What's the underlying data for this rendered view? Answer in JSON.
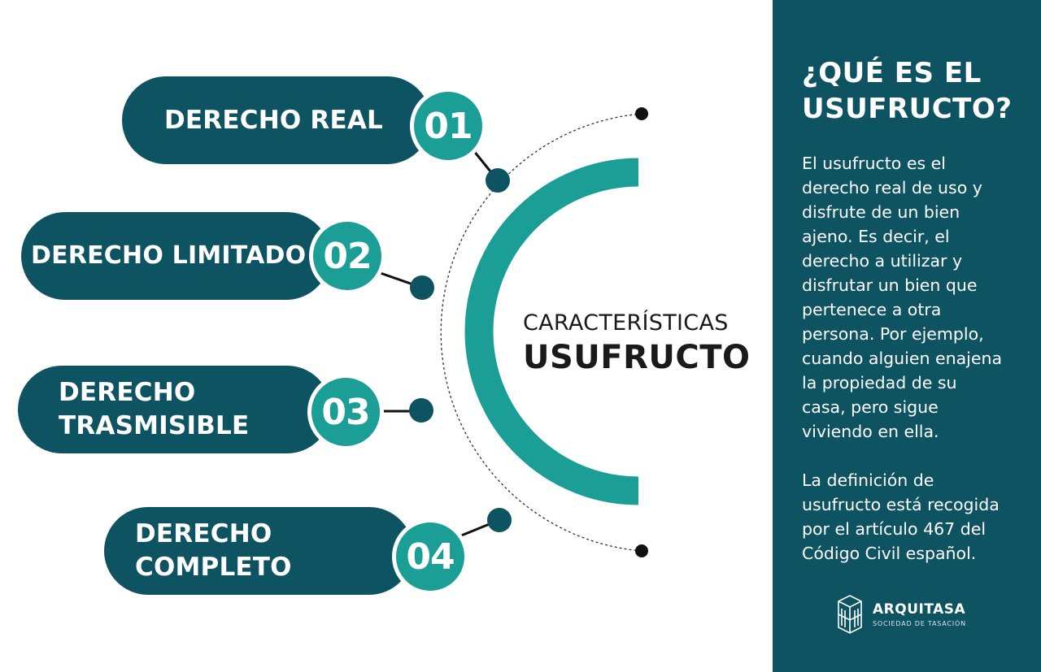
{
  "colors": {
    "dark_teal": "#0e5362",
    "accent_teal": "#1a9e96",
    "text_dark": "#1a1a1a",
    "background": "#ffffff"
  },
  "center": {
    "line1": "CARACTERÍSTICAS",
    "line2": "USUFRUCTO"
  },
  "items": [
    {
      "number": "01",
      "lines": [
        "DERECHO REAL"
      ]
    },
    {
      "number": "02",
      "lines": [
        "DERECHO LIMITADO"
      ]
    },
    {
      "number": "03",
      "lines": [
        "DERECHO",
        "TRASMISIBLE"
      ]
    },
    {
      "number": "04",
      "lines": [
        "DERECHO",
        "COMPLETO"
      ]
    }
  ],
  "sidebar": {
    "title_line1": "¿QUÉ ES EL",
    "title_line2": "USUFRUCTO?",
    "paragraph1": "El usufructo es el\nderecho real de uso y\ndisfrute de un bien\najeno. Es decir, el\nderecho a utilizar y\ndisfrutar un bien que\npertenece a otra\npersona. Por ejemplo,\ncuando alguien enajena\nla propiedad de su\ncasa, pero sigue\nviviendo en ella.",
    "paragraph2": "La definición de\nusufructo está recogida\npor el artículo 467 del\nCódigo Civil español."
  },
  "logo": {
    "name": "ARQUITASA",
    "subtitle": "SOCIEDAD DE TASACIÓN",
    "icon": "building-logo-icon"
  }
}
